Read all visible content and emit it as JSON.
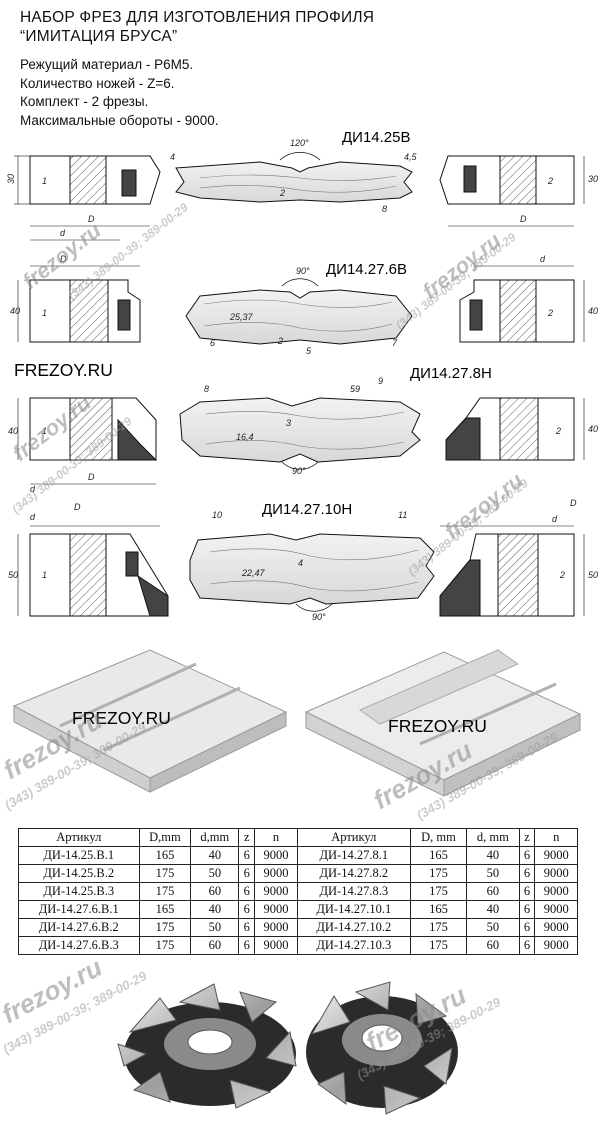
{
  "header": {
    "title_line1": "НАБОР ФРЕЗ ДЛЯ ИЗГОТОВЛЕНИЯ ПРОФИЛЯ",
    "title_line2": "“ИМИТАЦИЯ БРУСА”"
  },
  "specs": [
    "Режущий материал - Р6М5.",
    "Количество ножей - Z=6.",
    "Комплект - 2 фрезы.",
    "Максимальные обороты - 9000."
  ],
  "drawings": {
    "code_1": "ДИ14.25В",
    "code_2": "ДИ14.27.6В",
    "code_3": "ДИ14.27.8Н",
    "code_4": "ДИ14.27.10Н",
    "dims": {
      "h1": "30",
      "h2": "40",
      "h3": "40",
      "h4": "50",
      "angle_120": "120°",
      "angle_90": "90°",
      "d": "d",
      "D": "D",
      "n1": "1",
      "n2": "2",
      "v4_5": "4,5",
      "v8": "8",
      "v6": "6",
      "v7": "7",
      "v5": "5",
      "v59": "59",
      "v9": "9",
      "v10": "10",
      "v11": "11",
      "v25_37": "25,37",
      "v16_4": "16,4",
      "v22_47": "22,47",
      "v4": "4",
      "v2": "2",
      "v3": "3"
    }
  },
  "watermarks": {
    "site": "FREZOY.RU",
    "site_lower": "frezoy.ru",
    "phone": "(343) 389-00-39; 389-00-29"
  },
  "table": {
    "headers": [
      "Артикул",
      "D,mm",
      "d,mm",
      "z",
      "n",
      "Артикул",
      "D, mm",
      "d, mm",
      "z",
      "n"
    ],
    "rows": [
      [
        "ДИ-14.25.В.1",
        "165",
        "40",
        "6",
        "9000",
        "ДИ-14.27.8.1",
        "165",
        "40",
        "6",
        "9000"
      ],
      [
        "ДИ-14.25.В.2",
        "175",
        "50",
        "6",
        "9000",
        "ДИ-14.27.8.2",
        "175",
        "50",
        "6",
        "9000"
      ],
      [
        "ДИ-14.25.В.3",
        "175",
        "60",
        "6",
        "9000",
        "ДИ-14.27.8.3",
        "175",
        "60",
        "6",
        "9000"
      ],
      [
        "ДИ-14.27.6.В.1",
        "165",
        "40",
        "6",
        "9000",
        "ДИ-14.27.10.1",
        "165",
        "40",
        "6",
        "9000"
      ],
      [
        "ДИ-14.27.6.В.2",
        "175",
        "50",
        "6",
        "9000",
        "ДИ-14.27.10.2",
        "175",
        "50",
        "6",
        "9000"
      ],
      [
        "ДИ-14.27.6.В.3",
        "175",
        "60",
        "6",
        "9000",
        "ДИ-14.27.10.3",
        "175",
        "60",
        "6",
        "9000"
      ]
    ]
  }
}
